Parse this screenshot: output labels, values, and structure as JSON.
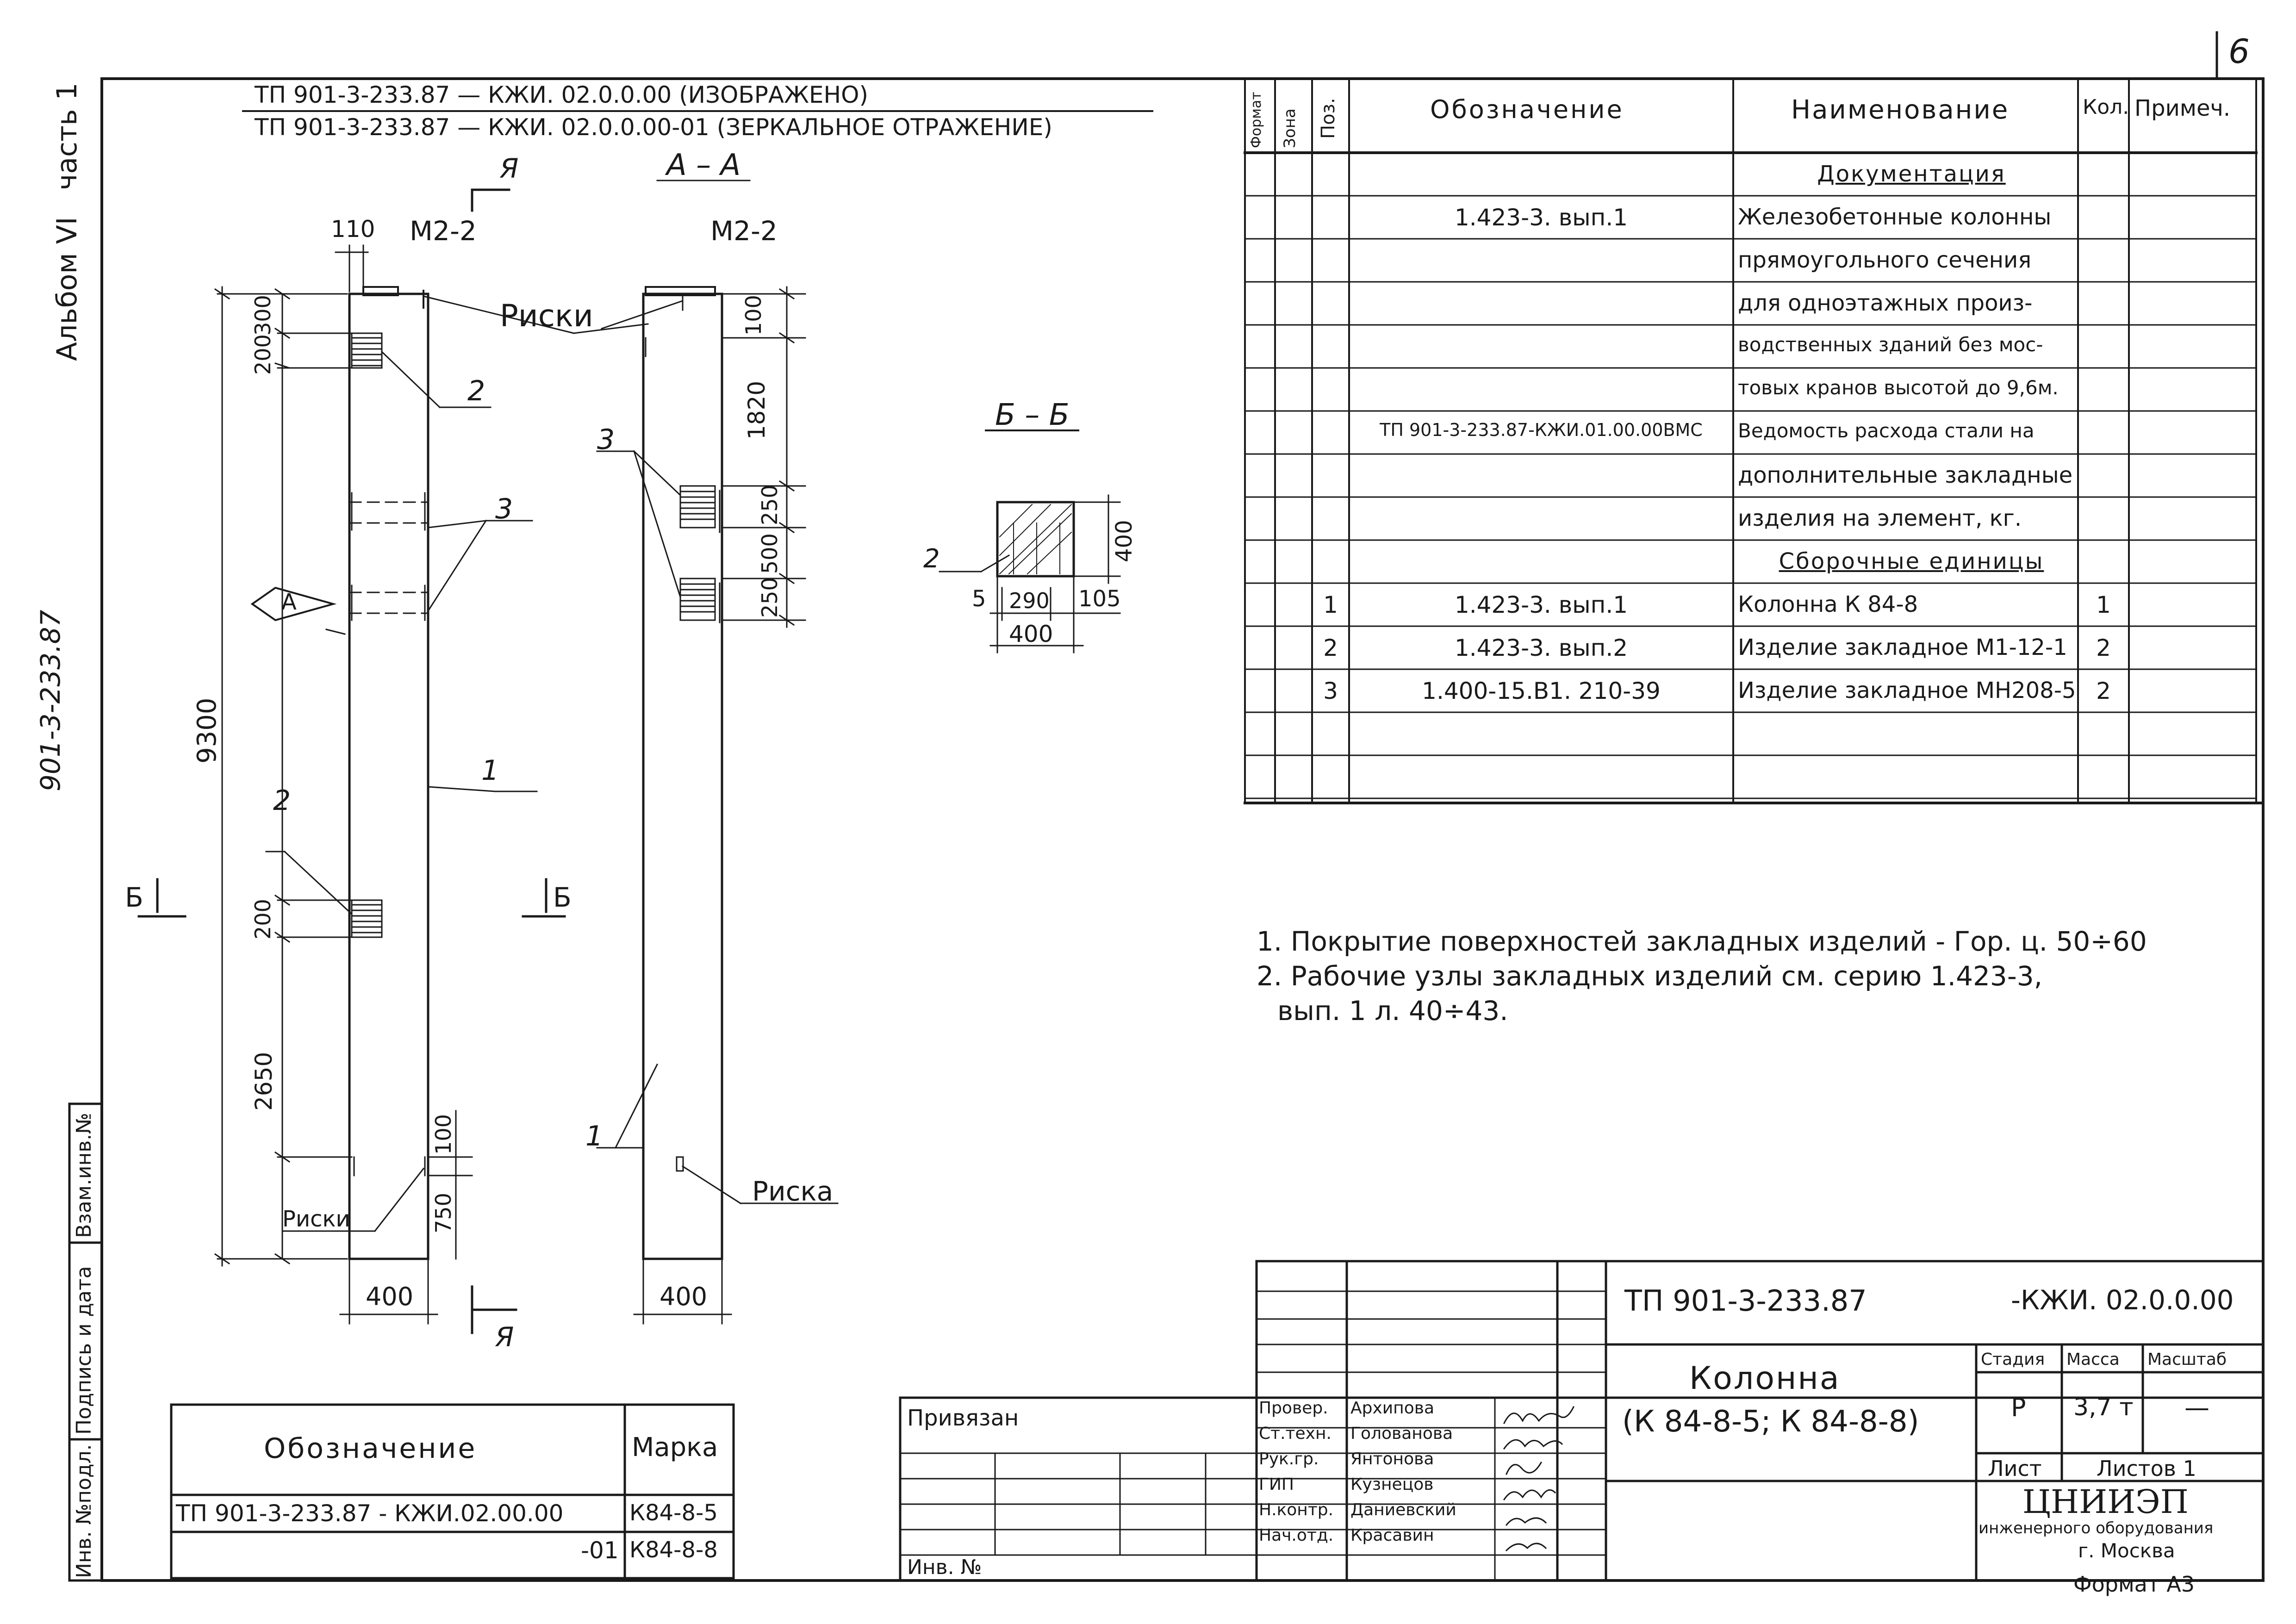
{
  "page_number": "6",
  "side": {
    "album": "Альбом VI",
    "part": "часть 1",
    "series": "901-3-233.87",
    "cols": [
      "Инв. №подл.",
      "Подпись и дата",
      "Взам.инв.№"
    ]
  },
  "header": {
    "line1": "ТП 901-3-233.87  —  КЖИ. 02.0.0.00  (ИЗОБРАЖЕНО)",
    "line2": "ТП 901-3-233.87  —  КЖИ. 02.0.0.00-01 (ЗЕРКАЛЬНОЕ ОТРАЖЕНИЕ)"
  },
  "drawing": {
    "section_aa": "А – А",
    "section_bb": "Б – Б",
    "section_mark_ya": "Я",
    "section_mark_b": "Б",
    "label_m22": "М2-2",
    "label_riski": "Риски",
    "label_riska": "Риска",
    "label_a": "А",
    "pos1": "1",
    "pos2": "2",
    "pos3": "3",
    "dim_110": "110",
    "dim_300": "300",
    "dim_200": "200",
    "dim_9300": "9300",
    "dim_2650": "2650",
    "dim_750": "750",
    "dim_100": "100",
    "dim_400": "400",
    "dim_1820": "1820",
    "dim_250": "250",
    "dim_500": "500",
    "dim_5": "5",
    "dim_290": "290",
    "dim_105": "105"
  },
  "spec": {
    "headers": [
      "Формат",
      "Зона",
      "Поз.",
      "Обозначение",
      "Наименование",
      "Кол.",
      "Примеч."
    ],
    "rows": [
      {
        "pos": "",
        "oboz": "",
        "name": "Документация",
        "kol": "",
        "note": ""
      },
      {
        "pos": "",
        "oboz": "1.423-3. вып.1",
        "name": "Железобетонные колонны",
        "kol": "",
        "note": ""
      },
      {
        "pos": "",
        "oboz": "",
        "name": "прямоугольного сечения",
        "kol": "",
        "note": ""
      },
      {
        "pos": "",
        "oboz": "",
        "name": "для одноэтажных произ-",
        "kol": "",
        "note": ""
      },
      {
        "pos": "",
        "oboz": "",
        "name": "водственных зданий без мос-",
        "kol": "",
        "note": ""
      },
      {
        "pos": "",
        "oboz": "",
        "name": "товых кранов высотой до 9,6м.",
        "kol": "",
        "note": ""
      },
      {
        "pos": "",
        "oboz": "ТП 901-3-233.87-КЖИ.01.00.00ВМС",
        "name": "Ведомость расхода стали на",
        "kol": "",
        "note": ""
      },
      {
        "pos": "",
        "oboz": "",
        "name": "дополнительные закладные",
        "kol": "",
        "note": ""
      },
      {
        "pos": "",
        "oboz": "",
        "name": "изделия на элемент, кг.",
        "kol": "",
        "note": ""
      },
      {
        "pos": "",
        "oboz": "",
        "name": "Сборочные единицы",
        "kol": "",
        "note": ""
      },
      {
        "pos": "1",
        "oboz": "1.423-3. вып.1",
        "name": "Колонна  К 84-8",
        "kol": "1",
        "note": ""
      },
      {
        "pos": "2",
        "oboz": "1.423-3. вып.2",
        "name": "Изделие закладное М1-12-1",
        "kol": "2",
        "note": ""
      },
      {
        "pos": "3",
        "oboz": "1.400-15.В1. 210-39",
        "name": "Изделие закладное МН208-5",
        "kol": "2",
        "note": ""
      },
      {
        "pos": "",
        "oboz": "",
        "name": "",
        "kol": "",
        "note": ""
      },
      {
        "pos": "",
        "oboz": "",
        "name": "",
        "kol": "",
        "note": ""
      }
    ]
  },
  "notes": [
    "1. Покрытие поверхностей закладных изделий - Гор. ц. 50÷60",
    "2. Рабочие узлы закладных изделий см. серию 1.423-3,",
    "вып. 1  л. 40÷43."
  ],
  "marks_table": {
    "headers": [
      "Обозначение",
      "Марка"
    ],
    "rows": [
      {
        "oboz": "ТП 901-3-233.87 - КЖИ.02.00.00",
        "mark": "К84-8-5"
      },
      {
        "oboz": "-01",
        "mark": "К84-8-8"
      }
    ]
  },
  "title_block": {
    "privyazan": "Привязан",
    "inv": "Инв. №",
    "doc_code_left": "ТП 901-3-233.87",
    "doc_code_right": "-КЖИ. 02.0.0.00",
    "name_line1": "Колонна",
    "name_line2": "(К 84-8-5;  К 84-8-8)",
    "stage_label": "Стадия",
    "mass_label": "Масса",
    "scale_label": "Масштаб",
    "stage": "Р",
    "mass": "3,7 т",
    "scale": "—",
    "sheet_label": "Лист",
    "sheets_label": "Листов 1",
    "org_name": "ЦНИИЭП",
    "org_line2": "инженерного оборудования",
    "org_line3": "г. Москва",
    "format": "Формат А3",
    "signers": [
      {
        "role": "Провер.",
        "name": "Архипова"
      },
      {
        "role": "Ст.техн.",
        "name": "Голованова"
      },
      {
        "role": "Рук.гр.",
        "name": "Янтонова"
      },
      {
        "role": "ГИП",
        "name": "Кузнецов"
      },
      {
        "role": "Н.контр.",
        "name": "Даниевский"
      },
      {
        "role": "Нач.отд.",
        "name": "Красавин"
      }
    ]
  }
}
